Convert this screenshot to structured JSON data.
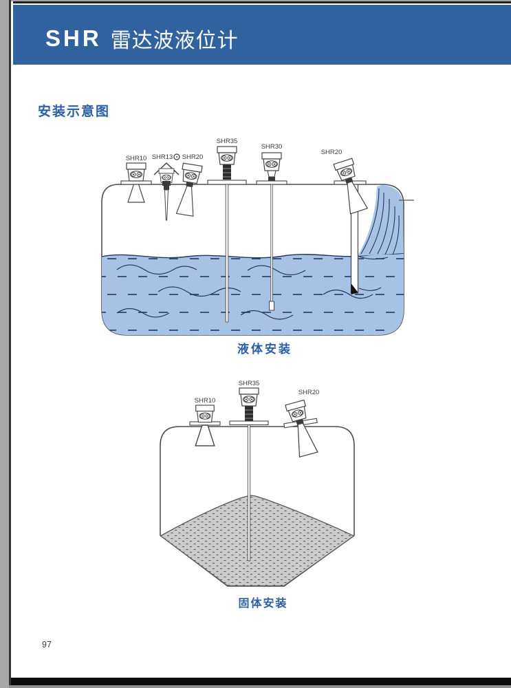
{
  "header": {
    "brand": "SHR",
    "product": "雷达波液位计"
  },
  "section_title": "安装示意图",
  "diagrams": {
    "liquid": {
      "caption": "液体安装",
      "sensors": [
        {
          "label": "SHR10"
        },
        {
          "label": "SHR13"
        },
        {
          "label": "SHR20"
        },
        {
          "label": "SHR35"
        },
        {
          "label": "SHR30"
        },
        {
          "label": "SHR20"
        }
      ],
      "icons": [
        {
          "name": "sun-icon"
        },
        {
          "name": "rain-cover-roof-icon"
        }
      ]
    },
    "solid": {
      "caption": "固体安装",
      "sensors": [
        {
          "label": "SHR10"
        },
        {
          "label": "SHR35"
        },
        {
          "label": "SHR20"
        }
      ]
    }
  },
  "page": {
    "number": "97"
  },
  "colors": {
    "header-blue": "#30629f",
    "accent-blue": "#2b5fa5",
    "liquid-blue": "#a6c3e5",
    "liquid-line": "#22365c",
    "solid-gray": "#cbcbcb",
    "outline": "#4d4d4d"
  }
}
